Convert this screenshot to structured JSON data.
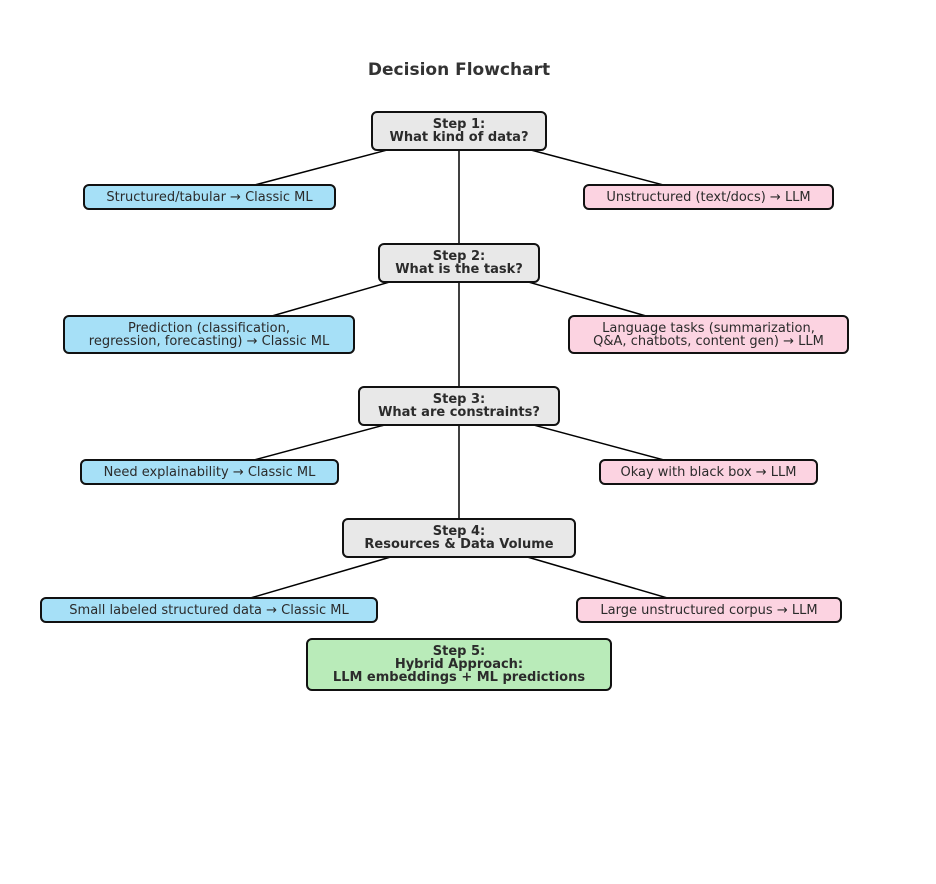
{
  "title": "Decision Flowchart",
  "steps": [
    {
      "label": "Step 1:\nWhat kind of data?"
    },
    {
      "label": "Step 2:\nWhat is the task?"
    },
    {
      "label": "Step 3:\nWhat are constraints?"
    },
    {
      "label": "Step 4:\nResources & Data Volume"
    }
  ],
  "outcomes": {
    "step1": {
      "ml": "Structured/tabular → Classic ML",
      "llm": "Unstructured (text/docs) → LLM"
    },
    "step2": {
      "ml": "Prediction (classification,\nregression, forecasting) → Classic ML",
      "llm": "Language tasks (summarization,\nQ&A, chatbots, content gen) → LLM"
    },
    "step3": {
      "ml": "Need explainability → Classic ML",
      "llm": "Okay with black box → LLM"
    },
    "step4": {
      "ml": "Small labeled structured data → Classic ML",
      "llm": "Large unstructured corpus → LLM"
    }
  },
  "hybrid": {
    "label": "Step 5:\nHybrid Approach:\nLLM embeddings + ML predictions"
  },
  "colors": {
    "step": "#e8e8e8",
    "classic_ml": "#a6e0f7",
    "llm": "#fcd3e1",
    "hybrid": "#b9ebb9"
  }
}
